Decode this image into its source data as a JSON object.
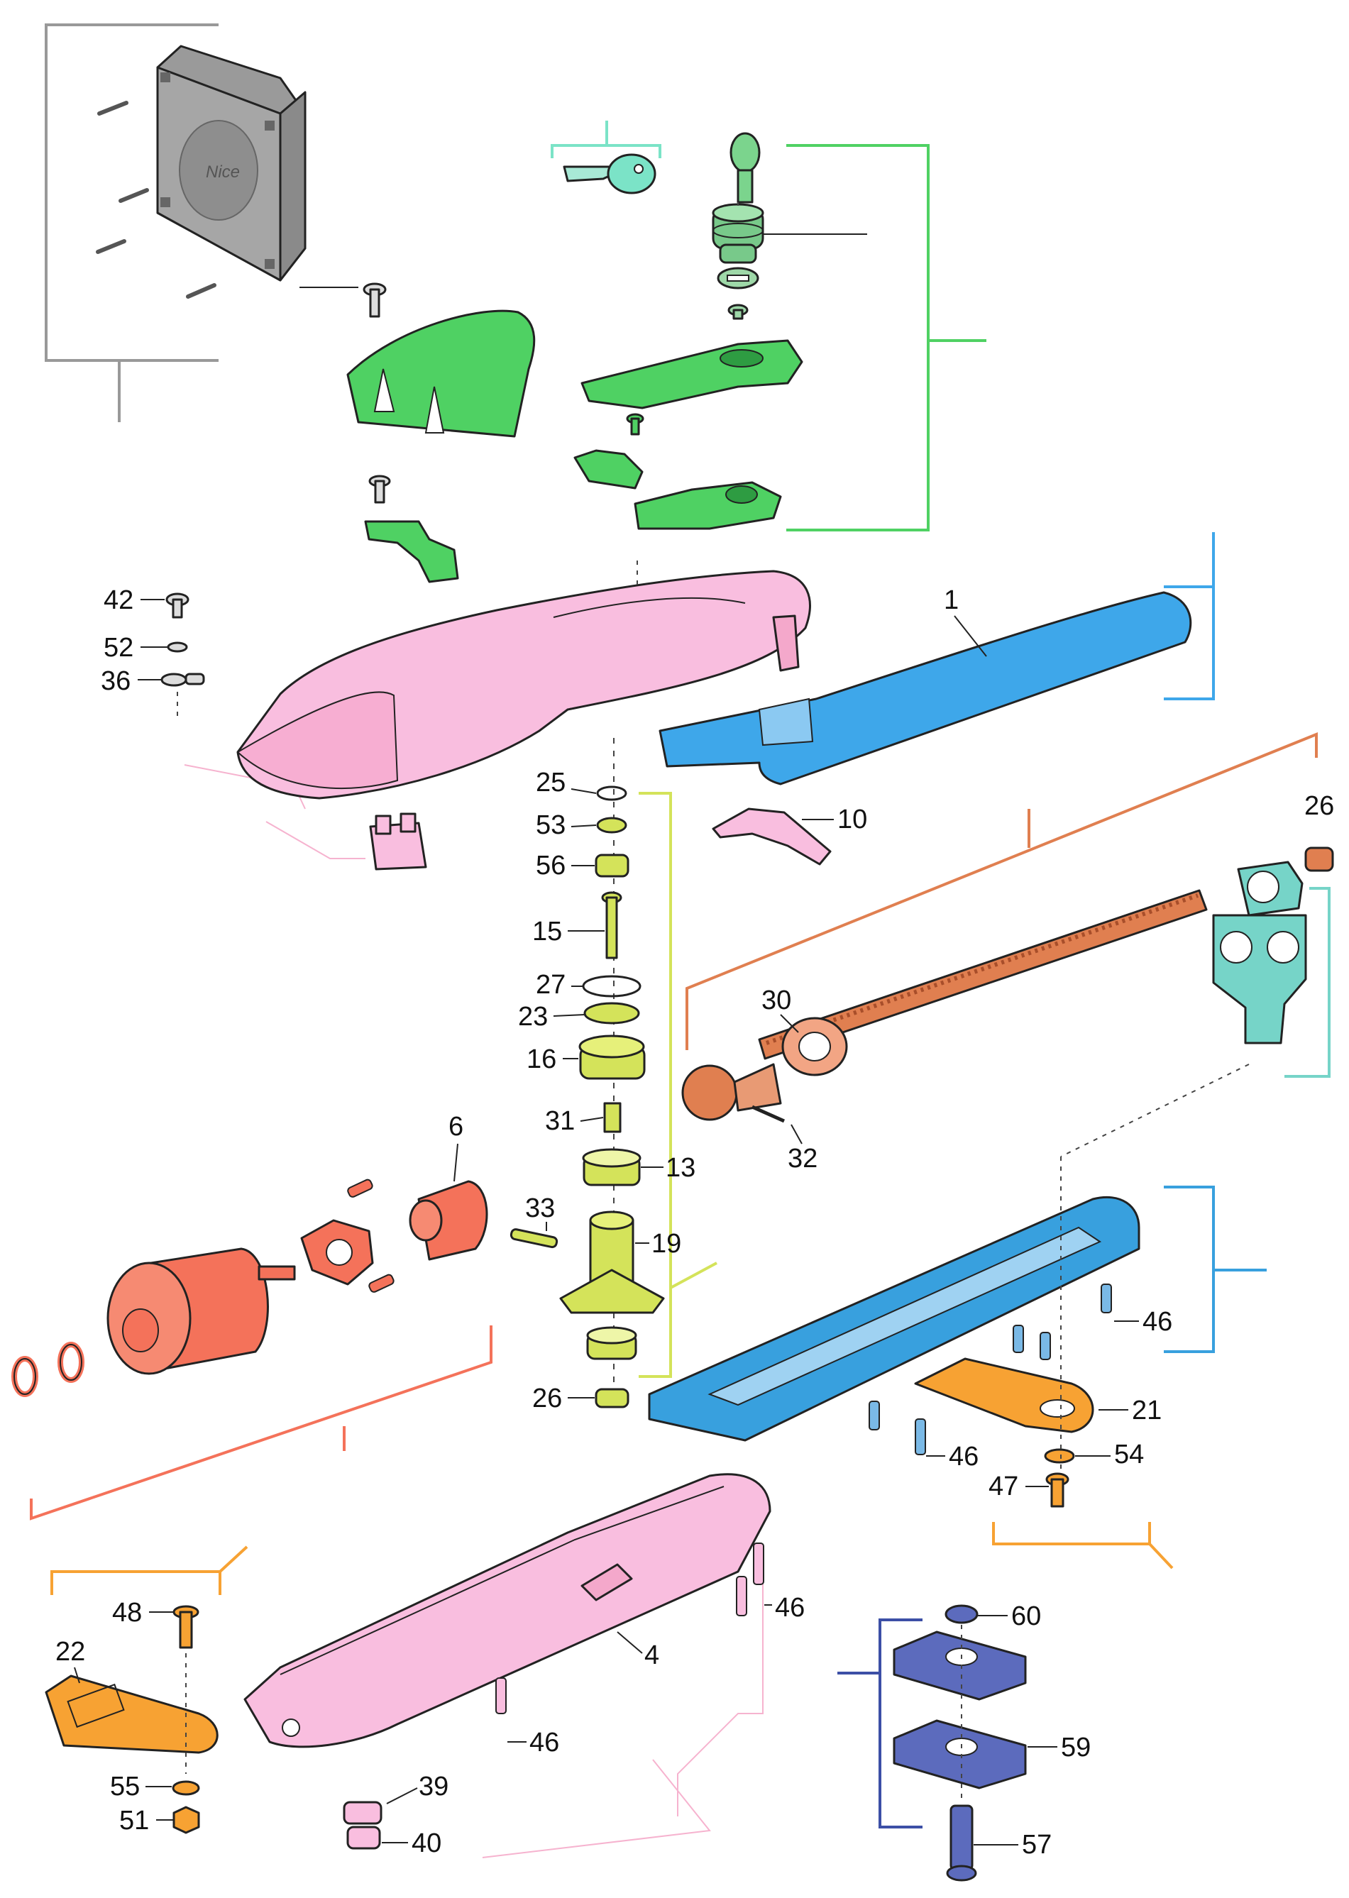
{
  "diagram": {
    "type": "exploded-parts-diagram",
    "colors": {
      "control_box_group": "#a0a0a0",
      "release_group": "#4fd163",
      "key": "#7be3c7",
      "cover": "#3ea7ea",
      "housing": "#f9bedf",
      "gear_group": "#d4e35a",
      "screw_group": "#e07f50",
      "motor": "#f4725a",
      "arm_bracket": "#f7a233",
      "fork": "#76d4c8",
      "base_plate": "#38a0de",
      "clamp": "#5c6bbd"
    },
    "brand_mark": "Nice",
    "labels": {
      "p1": "1",
      "p4": "4",
      "p6": "6",
      "p10": "10",
      "p13": "13",
      "p15": "15",
      "p16": "16",
      "p19": "19",
      "p21": "21",
      "p22": "22",
      "p23": "23",
      "p25": "25",
      "p26a": "26",
      "p26b": "26",
      "p27": "27",
      "p30": "30",
      "p31": "31",
      "p32": "32",
      "p33": "33",
      "p36": "36",
      "p39": "39",
      "p40": "40",
      "p42": "42",
      "p46a": "46",
      "p46b": "46",
      "p46c": "46",
      "p46d": "46",
      "p47": "47",
      "p48": "48",
      "p51": "51",
      "p52": "52",
      "p53": "53",
      "p54": "54",
      "p55": "55",
      "p56": "56",
      "p57": "57",
      "p59": "59",
      "p60": "60"
    }
  }
}
